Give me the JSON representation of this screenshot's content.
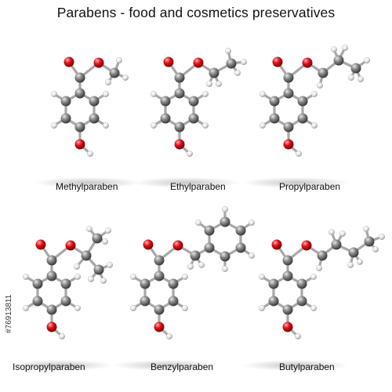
{
  "title": "Parabens - food and cosmetics preservatives",
  "molecules": [
    {
      "id": "methyl",
      "label": "Methylparaben"
    },
    {
      "id": "ethyl",
      "label": "Ethylparaben"
    },
    {
      "id": "propyl",
      "label": "Propylparaben"
    },
    {
      "id": "isopropyl",
      "label": "Isopropylparaben"
    },
    {
      "id": "benzyl",
      "label": "Benzylparaben"
    },
    {
      "id": "butyl",
      "label": "Butylparaben"
    }
  ],
  "stock_id": "#76913811",
  "colors": {
    "carbon": "#6a6a6a",
    "oxygen": "#e0131b",
    "hydrogen": "#f2f2f2",
    "bond": "#9a9a9a",
    "background": "#ffffff"
  }
}
